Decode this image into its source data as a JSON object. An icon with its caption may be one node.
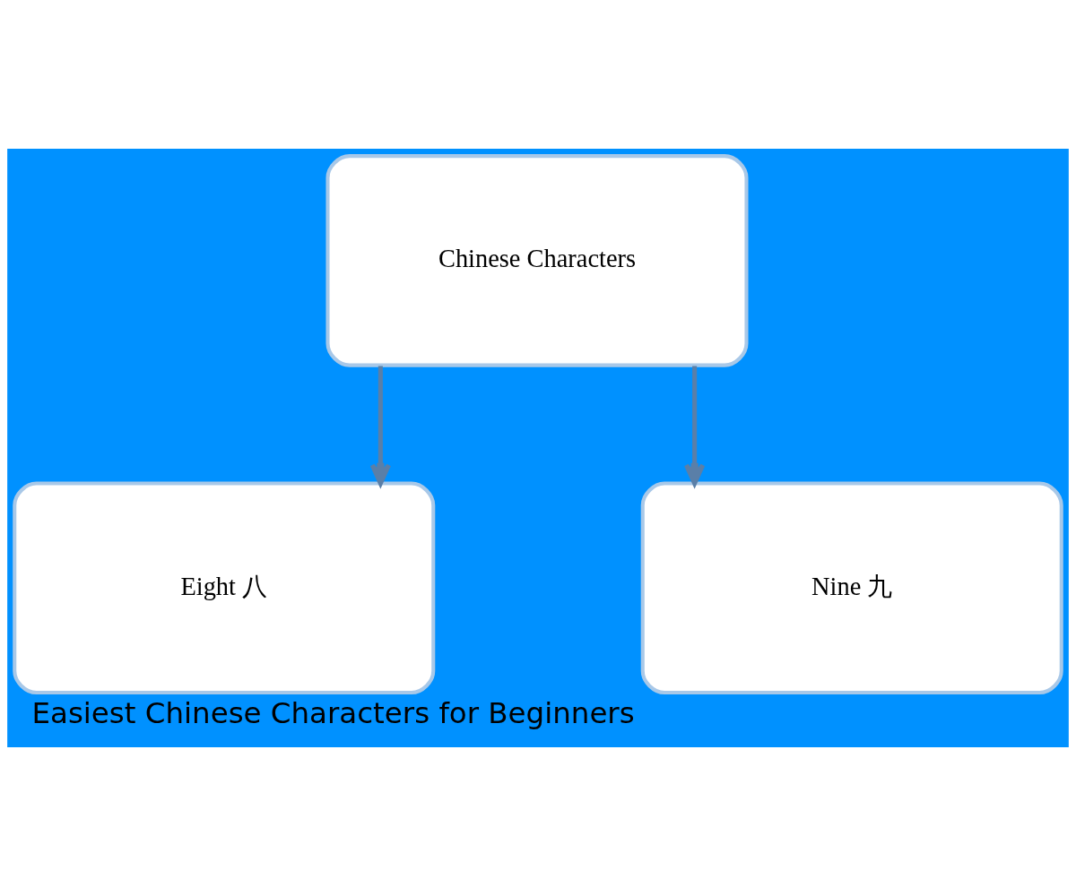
{
  "diagram": {
    "title": "Easiest Chinese Characters for Beginners",
    "nodes": [
      {
        "text": [
          "Chinese Characters"
        ]
      },
      {
        "text": [
          "Eight 八"
        ]
      },
      {
        "text": [
          "Nine 九"
        ]
      }
    ],
    "edges": [
      {
        "from": 0,
        "to": 1,
        "arrow": "to"
      },
      {
        "from": 0,
        "to": 2,
        "arrow": "to"
      }
    ]
  }
}
